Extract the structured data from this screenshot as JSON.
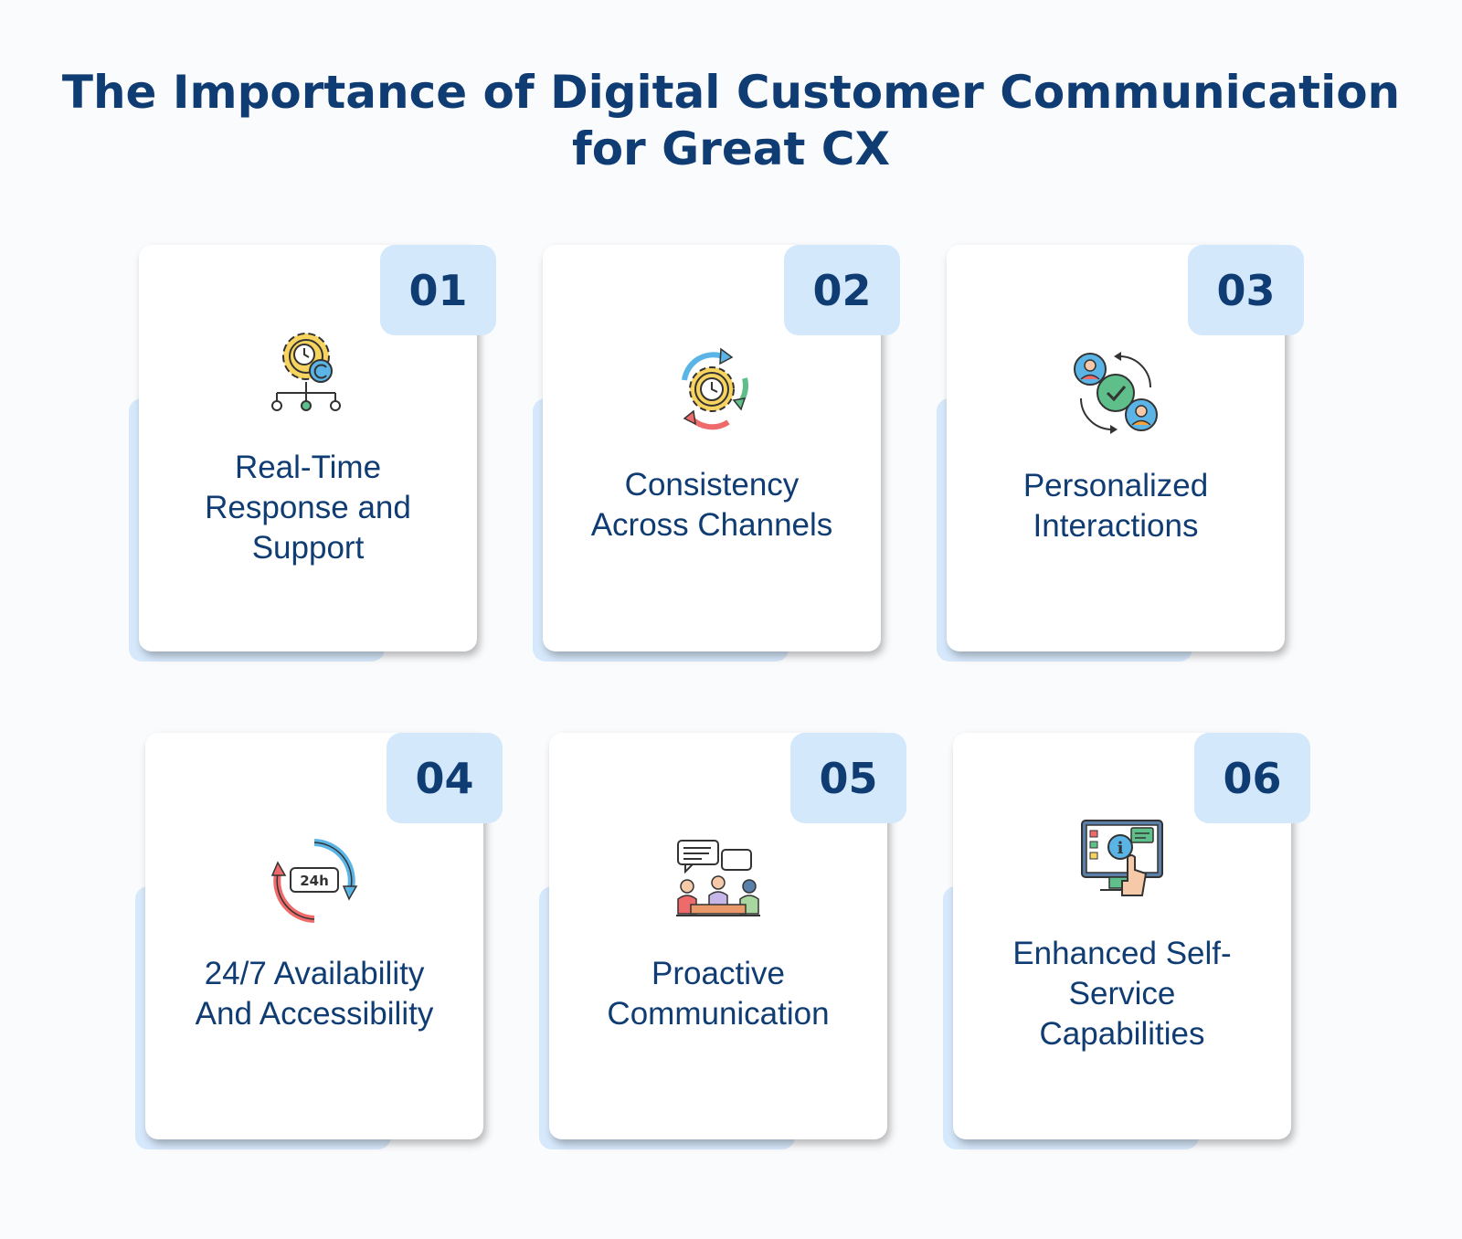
{
  "title": {
    "line1": "The Importance of Digital Customer Communication",
    "line2": "for Great CX"
  },
  "cards": [
    {
      "number": "01",
      "label_lines": [
        "Real-Time",
        "Response and",
        "Support"
      ],
      "icon": "gear-clock-network-icon"
    },
    {
      "number": "02",
      "label_lines": [
        "Consistency",
        "Across Channels"
      ],
      "icon": "gear-clock-cycle-icon"
    },
    {
      "number": "03",
      "label_lines": [
        "Personalized",
        "Interactions"
      ],
      "icon": "users-exchange-check-icon"
    },
    {
      "number": "04",
      "label_lines": [
        "24/7 Availability",
        "And Accessibility"
      ],
      "icon": "24h-cycle-icon"
    },
    {
      "number": "05",
      "label_lines": [
        "Proactive",
        "Communication"
      ],
      "icon": "team-meeting-chat-icon"
    },
    {
      "number": "06",
      "label_lines": [
        "Enhanced Self-",
        "Service",
        "Capabilities"
      ],
      "icon": "self-service-screen-icon"
    }
  ],
  "colors": {
    "heading": "#0f3c73",
    "badge_bg": "#d4e8fb",
    "card_back": "#d6e8fb",
    "card_bg": "#ffffff"
  }
}
